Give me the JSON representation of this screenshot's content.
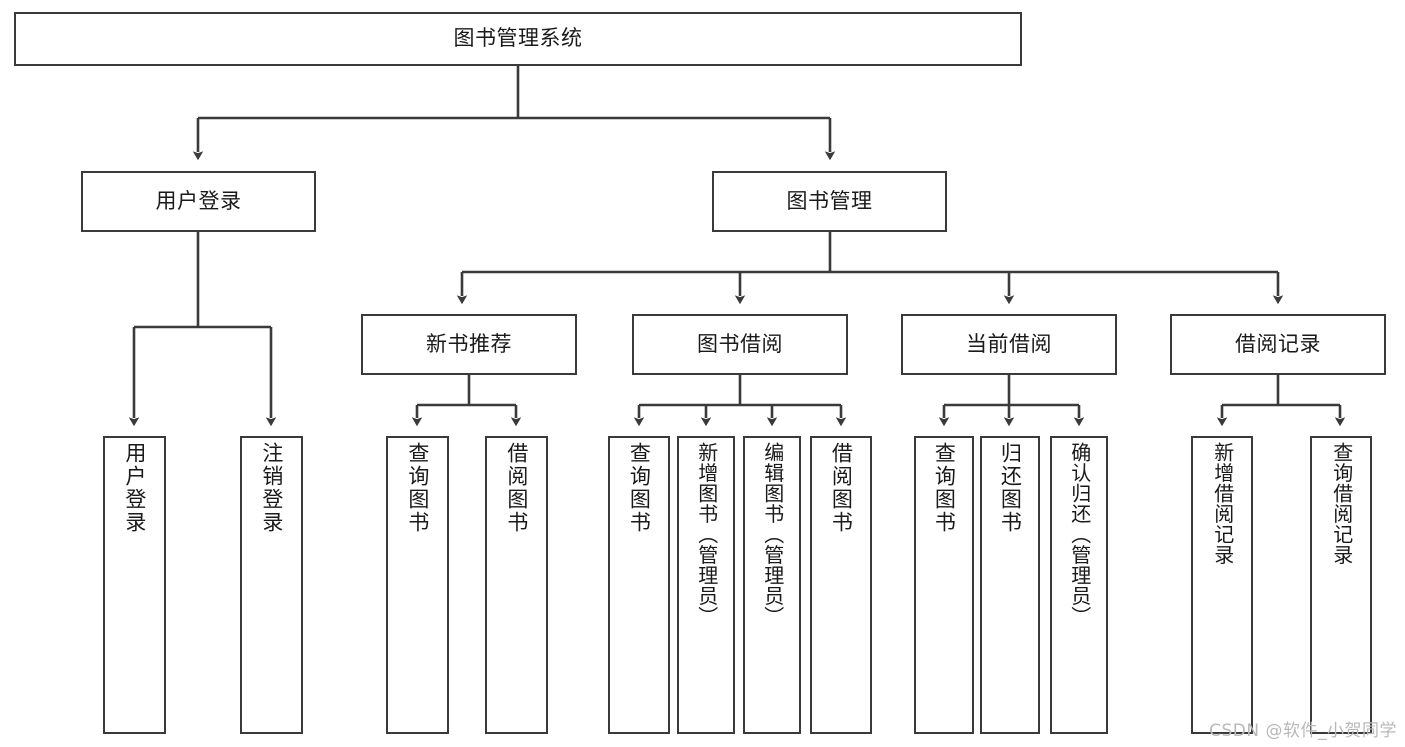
{
  "diagram": {
    "type": "tree",
    "title": "图书管理系统",
    "root": {
      "id": "root",
      "label": "图书管理系统"
    },
    "level2": [
      {
        "id": "user-login",
        "label": "用户登录"
      },
      {
        "id": "book-manage",
        "label": "图书管理"
      }
    ],
    "level3": [
      {
        "id": "new-book-recommend",
        "label": "新书推荐",
        "parent": "book-manage"
      },
      {
        "id": "book-borrow",
        "label": "图书借阅",
        "parent": "book-manage"
      },
      {
        "id": "current-borrow",
        "label": "当前借阅",
        "parent": "book-manage"
      },
      {
        "id": "borrow-record",
        "label": "借阅记录",
        "parent": "book-manage"
      }
    ],
    "leaves": {
      "user_login": [
        {
          "id": "leaf-user-login",
          "label": "用户登录"
        },
        {
          "id": "leaf-logout-login",
          "label": "注销登录"
        }
      ],
      "new_book_recommend": [
        {
          "id": "leaf-query-book-1",
          "label": "查询图书"
        },
        {
          "id": "leaf-borrow-book-1",
          "label": "借阅图书"
        }
      ],
      "book_borrow": [
        {
          "id": "leaf-query-book-2",
          "label": "查询图书"
        },
        {
          "id": "leaf-add-book-admin",
          "label": "新增图书（管理员）"
        },
        {
          "id": "leaf-edit-book-admin",
          "label": "编辑图书（管理员）"
        },
        {
          "id": "leaf-borrow-book-2",
          "label": "借阅图书"
        }
      ],
      "current_borrow": [
        {
          "id": "leaf-query-book-3",
          "label": "查询图书"
        },
        {
          "id": "leaf-return-book",
          "label": "归还图书"
        },
        {
          "id": "leaf-confirm-return-admin",
          "label": "确认归还（管理员）"
        }
      ],
      "borrow_record": [
        {
          "id": "leaf-add-borrow-record",
          "label": "新增借阅记录"
        },
        {
          "id": "leaf-query-borrow-record",
          "label": "查询借阅记录"
        }
      ]
    },
    "colors": {
      "stroke": "#3a3a3a",
      "fill": "#ffffff",
      "text": "#1a1a1a",
      "watermark": "#b9b9b9"
    }
  },
  "watermark": {
    "text": "CSDN @软件_小贺同学"
  }
}
